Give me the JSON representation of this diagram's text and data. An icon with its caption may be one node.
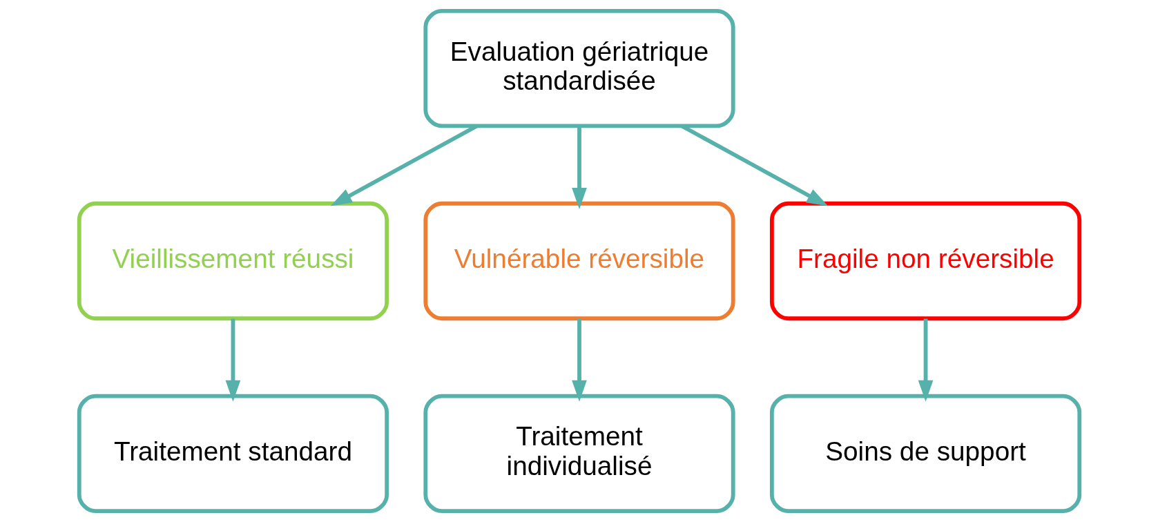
{
  "diagram": {
    "nodes": [
      {
        "text": [
          "Evaluation gériatrique standardisée"
        ]
      },
      {
        "text": [
          "Vieillissement réussi"
        ]
      },
      {
        "text": [
          "Vulnérable réversible"
        ]
      },
      {
        "text": [
          "Fragile non réversible"
        ]
      },
      {
        "text": [
          "Traitement standard"
        ]
      },
      {
        "text": [
          "Traitement individualisé"
        ]
      },
      {
        "text": [
          "Soins de support"
        ]
      }
    ],
    "edges": [
      {
        "from": 0,
        "to": 1,
        "arrow": "to"
      },
      {
        "from": 0,
        "to": 2,
        "arrow": "to"
      },
      {
        "from": 0,
        "to": 3,
        "arrow": "to"
      },
      {
        "from": 1,
        "to": 4,
        "arrow": "to"
      },
      {
        "from": 2,
        "to": 5,
        "arrow": "to"
      },
      {
        "from": 3,
        "to": 6,
        "arrow": "to"
      }
    ]
  }
}
